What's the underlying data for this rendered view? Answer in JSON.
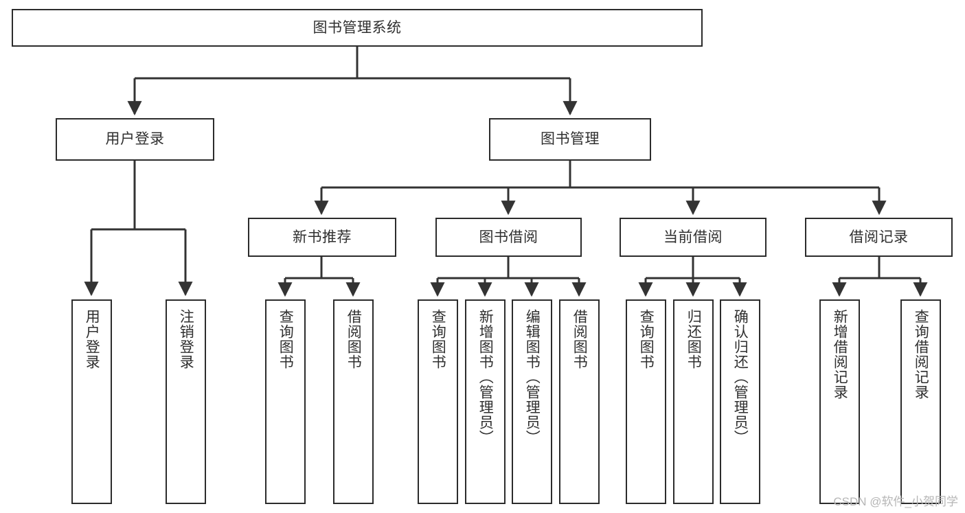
{
  "diagram": {
    "title": "图书管理系统",
    "type": "tree-hierarchy-chart",
    "watermark": "CSDN @软件_小贺同学",
    "colors": {
      "box_border": "#2b2b2b",
      "box_fill": "#ffffff",
      "text": "#2f2f2f",
      "connector": "#333333",
      "watermark": "#b6b6b6",
      "background": "#ffffff"
    },
    "nodes": {
      "root": {
        "label": "图书管理系统",
        "level": 1,
        "orientation": "horizontal"
      },
      "l2": [
        {
          "id": "user-login",
          "label": "用户登录",
          "level": 2,
          "orientation": "horizontal"
        },
        {
          "id": "book-manage",
          "label": "图书管理",
          "level": 2,
          "orientation": "horizontal"
        }
      ],
      "l3": [
        {
          "id": "new-book-rec",
          "label": "新书推荐",
          "level": 3,
          "orientation": "horizontal",
          "parent": "book-manage"
        },
        {
          "id": "book-borrow",
          "label": "图书借阅",
          "level": 3,
          "orientation": "horizontal",
          "parent": "book-manage"
        },
        {
          "id": "current-borrow",
          "label": "当前借阅",
          "level": 3,
          "orientation": "horizontal",
          "parent": "book-manage"
        },
        {
          "id": "borrow-record",
          "label": "借阅记录",
          "level": 3,
          "orientation": "horizontal",
          "parent": "book-manage"
        }
      ],
      "leaves": [
        {
          "id": "leaf-user-login",
          "label": "用户登录",
          "parent": "user-login",
          "orientation": "vertical"
        },
        {
          "id": "leaf-logout",
          "label": "注销登录",
          "parent": "user-login",
          "orientation": "vertical"
        },
        {
          "id": "leaf-query-book-1",
          "label": "查询图书",
          "parent": "new-book-rec",
          "orientation": "vertical"
        },
        {
          "id": "leaf-borrow-book-1",
          "label": "借阅图书",
          "parent": "new-book-rec",
          "orientation": "vertical"
        },
        {
          "id": "leaf-query-book-2",
          "label": "查询图书",
          "parent": "book-borrow",
          "orientation": "vertical"
        },
        {
          "id": "leaf-add-book",
          "label": "新增图书（管理员）",
          "parent": "book-borrow",
          "orientation": "vertical"
        },
        {
          "id": "leaf-edit-book",
          "label": "编辑图书（管理员）",
          "parent": "book-borrow",
          "orientation": "vertical"
        },
        {
          "id": "leaf-borrow-book-2",
          "label": "借阅图书",
          "parent": "book-borrow",
          "orientation": "vertical"
        },
        {
          "id": "leaf-query-book-3",
          "label": "查询图书",
          "parent": "current-borrow",
          "orientation": "vertical"
        },
        {
          "id": "leaf-return-book",
          "label": "归还图书",
          "parent": "current-borrow",
          "orientation": "vertical"
        },
        {
          "id": "leaf-confirm-return",
          "label": "确认归还（管理员）",
          "parent": "current-borrow",
          "orientation": "vertical"
        },
        {
          "id": "leaf-add-record",
          "label": "新增借阅记录",
          "parent": "borrow-record",
          "orientation": "vertical"
        },
        {
          "id": "leaf-query-record",
          "label": "查询借阅记录",
          "parent": "borrow-record",
          "orientation": "vertical"
        }
      ]
    }
  }
}
